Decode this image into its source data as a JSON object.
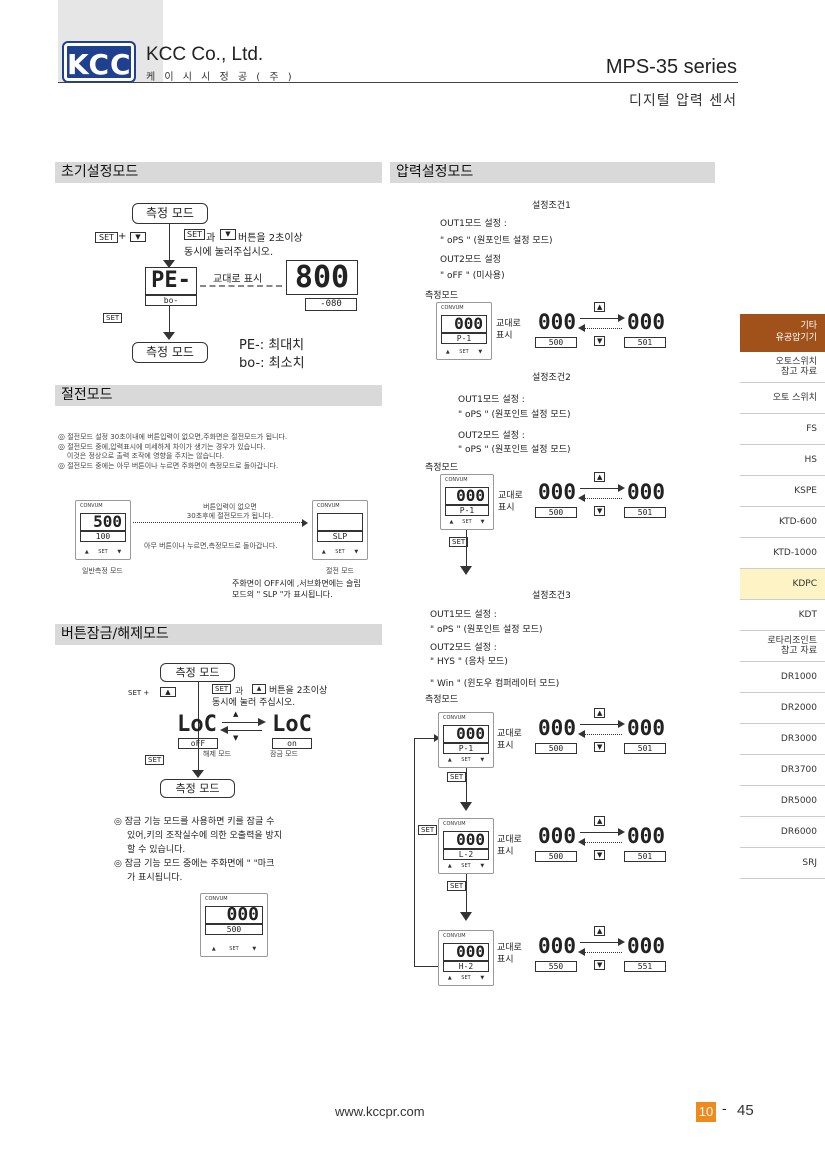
{
  "header": {
    "logo": "KCC",
    "company": "KCC Co., Ltd.",
    "company_sub": "케 이 시 시 정 공 ( 주 )",
    "series": "MPS-35 series",
    "subtitle": "디지털 압력 센서"
  },
  "sections": {
    "initial": "초기설정모드",
    "pressure": "압력설정모드",
    "power_save": "절전모드",
    "lock": "버튼잠금/해제모드"
  },
  "initial": {
    "measure_mode_top": "측정 모드",
    "measure_mode_bottom": "측정 모드",
    "set_key": "SET",
    "plus": "+",
    "instruction_1": "과",
    "instruction_2": "버튼을 2초이상",
    "instruction_3": "동시에 눌러주십시오.",
    "alt_display": "교대로 표시",
    "lcd_left_main": "PE-",
    "lcd_left_sub": "bo-",
    "lcd_right_main": "800",
    "lcd_right_sub": "-080",
    "legend_pe": "PE-: 최대치",
    "legend_bo": "bo-: 최소치"
  },
  "power_save": {
    "notes": [
      "절전모드 설정 30초이내에 버튼입력이 없으면,주화면은 절전모드가 됩니다.",
      "절전모드 중에,압력표시에 미세하게 차이가 생기는 경우가 있습니다.",
      "이것은 정상으로 출력 조작에 영향을 주지는 않습니다.",
      "절전모드 중에는 아무 버튼이나 누르면 주화면이 측정모드로 돌아갑니다."
    ],
    "left_main": "500",
    "left_sub": "100",
    "right_main": "",
    "right_sub": "SLP",
    "arrow_text_1": "버튼입력이 없으면",
    "arrow_text_2": "30초후에 절전모드가 됩니다.",
    "back_text": "아무 버튼이나 누르면,측정모드로 돌아갑니다.",
    "left_label": "일반측정 모드",
    "right_label": "절전 모드",
    "foot_1": "주화면이 OFF시에 ,서브화면에는 슬립",
    "foot_2": "모드의 \" SLP \"가 표시됩니다."
  },
  "lock": {
    "measure_mode_top": "측정 모드",
    "measure_mode_bottom": "측정 모드",
    "instruction_1": "과",
    "instruction_2": "버튼을 2초이상",
    "instruction_3": "동시에 눌러 주십시오.",
    "left_main": "LoC",
    "left_sub": "oFF",
    "right_main": "LoC",
    "right_sub": "on",
    "left_label": "해제 모드",
    "right_label": "잠금 모드",
    "notes": [
      "잠금 기능 모드를 사용하면 키를 잠글 수",
      "있어,키의 조작실수에 의한 오출력을 방지",
      "할 수 있습니다.",
      "잠금 기능 모드 중에는 주화면에 \" \"마크",
      "가 표시됩니다."
    ],
    "dev_main": "000",
    "dev_sub": "500"
  },
  "pressure": {
    "cond1": {
      "title": "설정조건1",
      "out1": "OUT1모드 설정 :",
      "out1_val": "\" oPS \" (원포인트 설정 모드)",
      "out2": "OUT2모드 설정",
      "out2_val": "\" oFF \" (미사용)"
    },
    "cond2": {
      "title": "설정조건2",
      "out1": "OUT1모드 설정 :",
      "out1_val": "\" oPS \" (원포인트 설정 모드)",
      "out2": "OUT2모드 설정 :",
      "out2_val": "\" oPS \" (원포인트 설정 모드)"
    },
    "cond3": {
      "title": "설정조건3",
      "out1": "OUT1모드 설정 :",
      "out1_val": "\" oPS \" (원포인트 설정 모드)",
      "out2": "OUT2모드 설정 :",
      "out2_val": "\" HYS \" (응차 모드)",
      "out3_val": "\" Win \" (윈도우 컴퍼레이터 모드)"
    },
    "measure_mode": "측정모드",
    "alt_display_1": "교대로",
    "alt_display_2": "표시",
    "zero": "000",
    "p1": "P-1",
    "l2": "L-2",
    "h2": "H-2",
    "v500": "500",
    "v501": "501",
    "v550": "550",
    "v551": "551",
    "set": "SET"
  },
  "sidebar": {
    "active_1": "기타",
    "active_2": "유공압기기",
    "items": [
      "오토스위치\n참고 자료",
      "오토 스위치",
      "FS",
      "HS",
      "KSPE",
      "KTD-600",
      "KTD-1000",
      "KDPC",
      "KDT",
      "로타리조인트\n참고 자료",
      "DR1000",
      "DR2000",
      "DR3000",
      "DR3700",
      "DR5000",
      "DR6000",
      "SRJ"
    ]
  },
  "footer": {
    "url": "www.kccpr.com",
    "chapter": "10",
    "dash": "-",
    "page": "45"
  },
  "colors": {
    "accent": "#f08a1c",
    "section_bg": "#d9d9d9",
    "sidebar_active": "#a0521a",
    "highlight": "#fdf3c4"
  }
}
